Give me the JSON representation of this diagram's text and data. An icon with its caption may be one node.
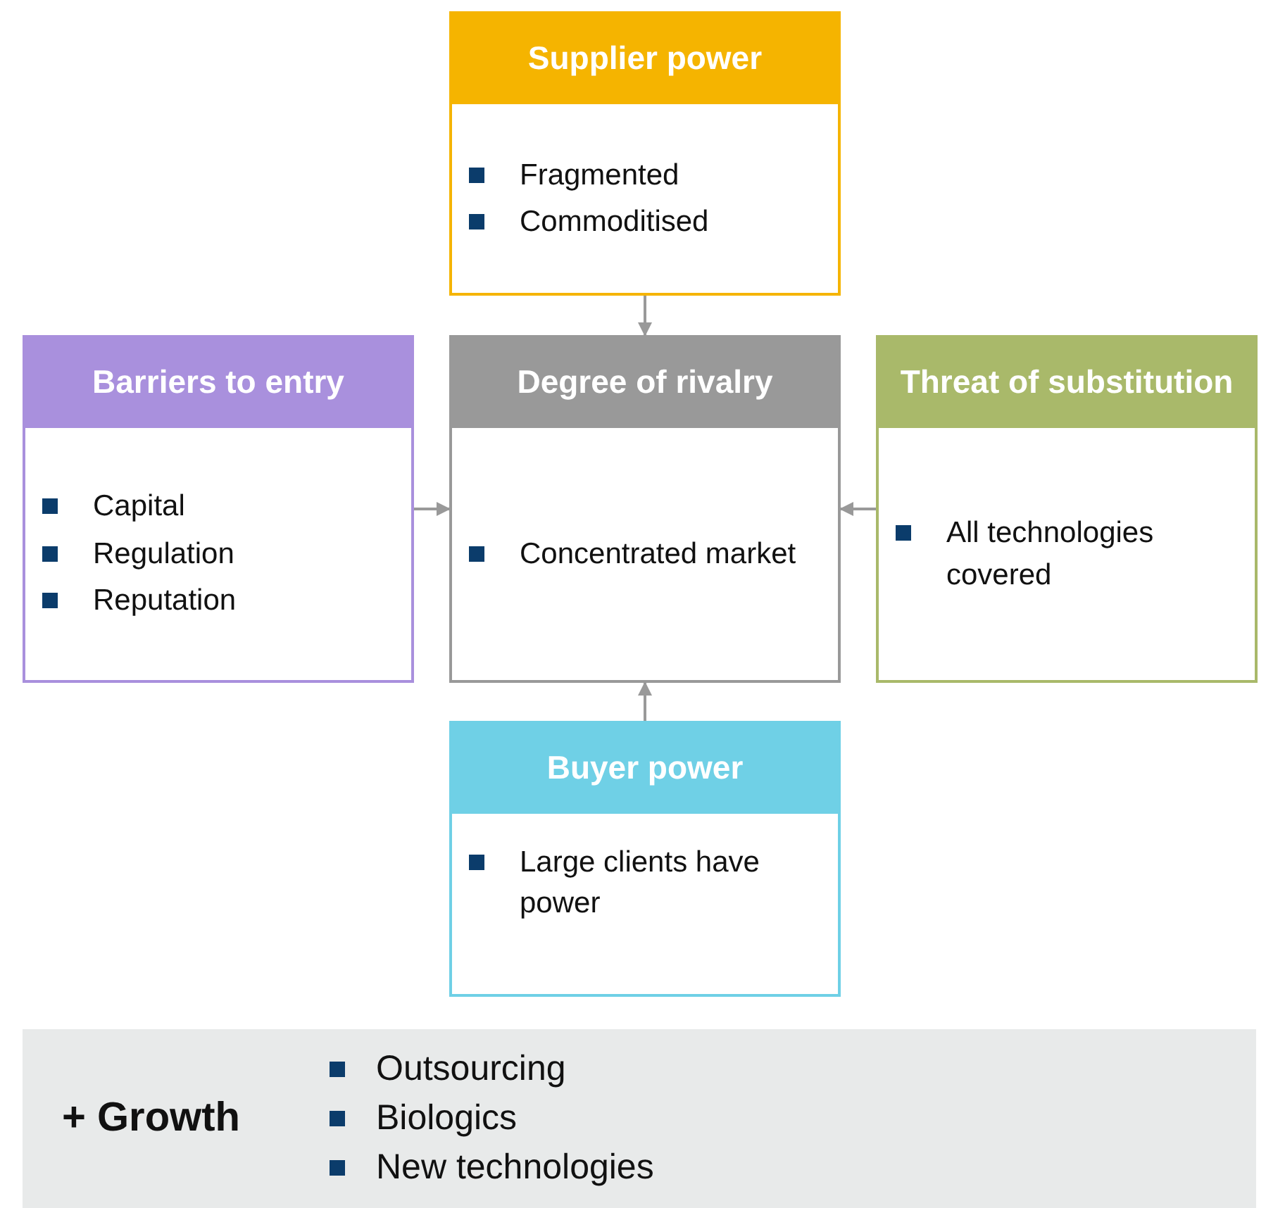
{
  "diagram": {
    "nodes": [
      {
        "text": [
          "Supplier power",
          "Fragmented",
          "Commoditised"
        ]
      },
      {
        "text": [
          "Barriers to entry",
          "Capital",
          "Regulation",
          "Reputation"
        ]
      },
      {
        "text": [
          "Degree of rivalry",
          "Concentrated market"
        ]
      },
      {
        "text": [
          "Threat of substitution",
          "All technologies covered"
        ]
      },
      {
        "text": [
          "Buyer power",
          "Large clients have power"
        ]
      },
      {
        "text": [
          "+ Growth",
          "Outsourcing",
          "Biologics",
          "New technologies"
        ]
      }
    ],
    "edges": [
      {
        "from": 0,
        "to": 2,
        "arrow": "to"
      },
      {
        "from": 1,
        "to": 2,
        "arrow": "to"
      },
      {
        "from": 3,
        "to": 2,
        "arrow": "to"
      },
      {
        "from": 4,
        "to": 2,
        "arrow": "to"
      }
    ]
  }
}
